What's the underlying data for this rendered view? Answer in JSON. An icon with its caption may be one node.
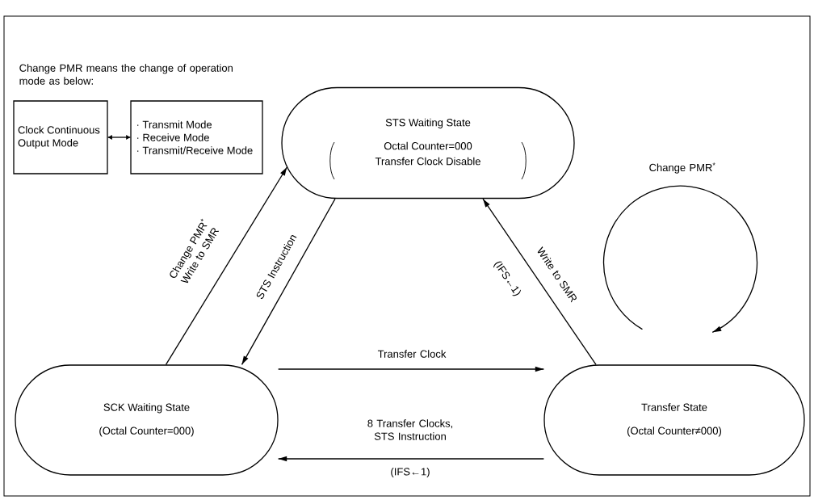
{
  "diagram": {
    "nodes": [
      {
        "text": [
          "Clock Continuous Output Mode"
        ]
      },
      {
        "text": [
          "· Transmit Mode",
          "· Receive Mode",
          "· Transmit/Receive Mode"
        ]
      },
      {
        "text": [
          "STS Waiting State",
          "Octal Counter=000",
          "Transfer Clock Disable"
        ]
      },
      {
        "text": [
          "SCK Waiting State",
          "(Octal Counter=000)"
        ]
      },
      {
        "text": [
          "Transfer State",
          "(Octal Counter≠000)"
        ]
      }
    ],
    "edges": [
      {
        "from": 0,
        "to": 1,
        "arrow": "both"
      },
      {
        "from": 3,
        "to": 2,
        "arrow": "to",
        "label": "Change PMR$^{*}$ Write to SMR"
      },
      {
        "from": 2,
        "to": 3,
        "arrow": "to",
        "label": "STS Instruction"
      },
      {
        "from": 4,
        "to": 2,
        "arrow": "to",
        "label": "Write to SMR"
      },
      {
        "from": 3,
        "to": 4,
        "arrow": "to",
        "label": "Transfer Clock"
      },
      {
        "from": 4,
        "to": 3,
        "arrow": "to",
        "label": "8 Transfer Clocks, STS Instruction"
      },
      {
        "from": 4,
        "to": 4,
        "arrow": "to",
        "label": "Change PMR$^{*}$"
      }
    ],
    "labels": [
      "Change PMR  means the change of operation mode as below:",
      "(IFS←1)",
      "(IFS←1)"
    ]
  }
}
